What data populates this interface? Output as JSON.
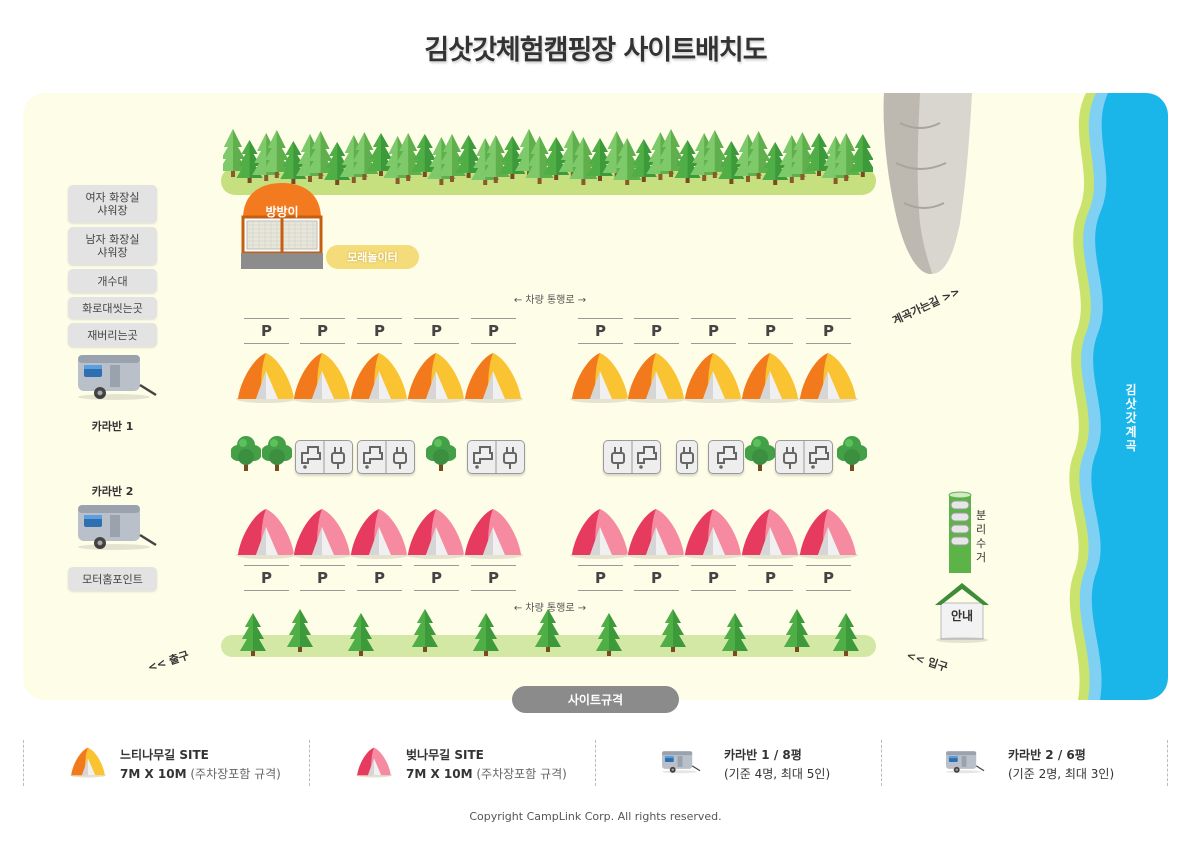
{
  "title": "김삿갓체험캠핑장 사이트배치도",
  "facilities": [
    "여자 화장실\n샤워장",
    "남자 화장실\n샤워장",
    "개수대",
    "화로대씻는곳",
    "재버리는곳"
  ],
  "caravan1_label": "카라반 1",
  "caravan2_label": "카라반 2",
  "motorhome_label": "모터홈포인트",
  "playground_label": "방방이",
  "sandbox_label": "모래놀이터",
  "road_label": "←   차량 통행로   →",
  "parking_label": "P",
  "valley_path_label": "계곡가는길 >>",
  "stream_label": "김삿갓계곡",
  "recycle_label": "분리수거",
  "info_label": "안내",
  "exit_label": "<< 출구",
  "entrance_label": "<< 입구",
  "spec_label": "사이트규격",
  "legend": [
    {
      "title": "느티나무길 SITE",
      "size": "7M X 10M",
      "note": "(주차장포함 규격)",
      "icon": "orange-tent-icon"
    },
    {
      "title": "벚나무길 SITE",
      "size": "7M X 10M",
      "note": "(주차장포함 규격)",
      "icon": "pink-tent-icon"
    },
    {
      "title": "카라반 1 / 8평",
      "size": "(기준 4명, 최대 5인)",
      "note": "",
      "icon": "caravan-icon"
    },
    {
      "title": "카라반 2 / 6평",
      "size": "(기준 2명, 최대 3인)",
      "note": "",
      "icon": "caravan-icon"
    }
  ],
  "copyright": "Copyright CampLink Corp. All rights reserved.",
  "colors": {
    "background": "#fefde8",
    "stream": "#1ab6ea",
    "grass": "#c6e07f",
    "orange_tent": "#f7a21b",
    "pink_tent": "#ef5a7b",
    "tree": "#54a846"
  }
}
